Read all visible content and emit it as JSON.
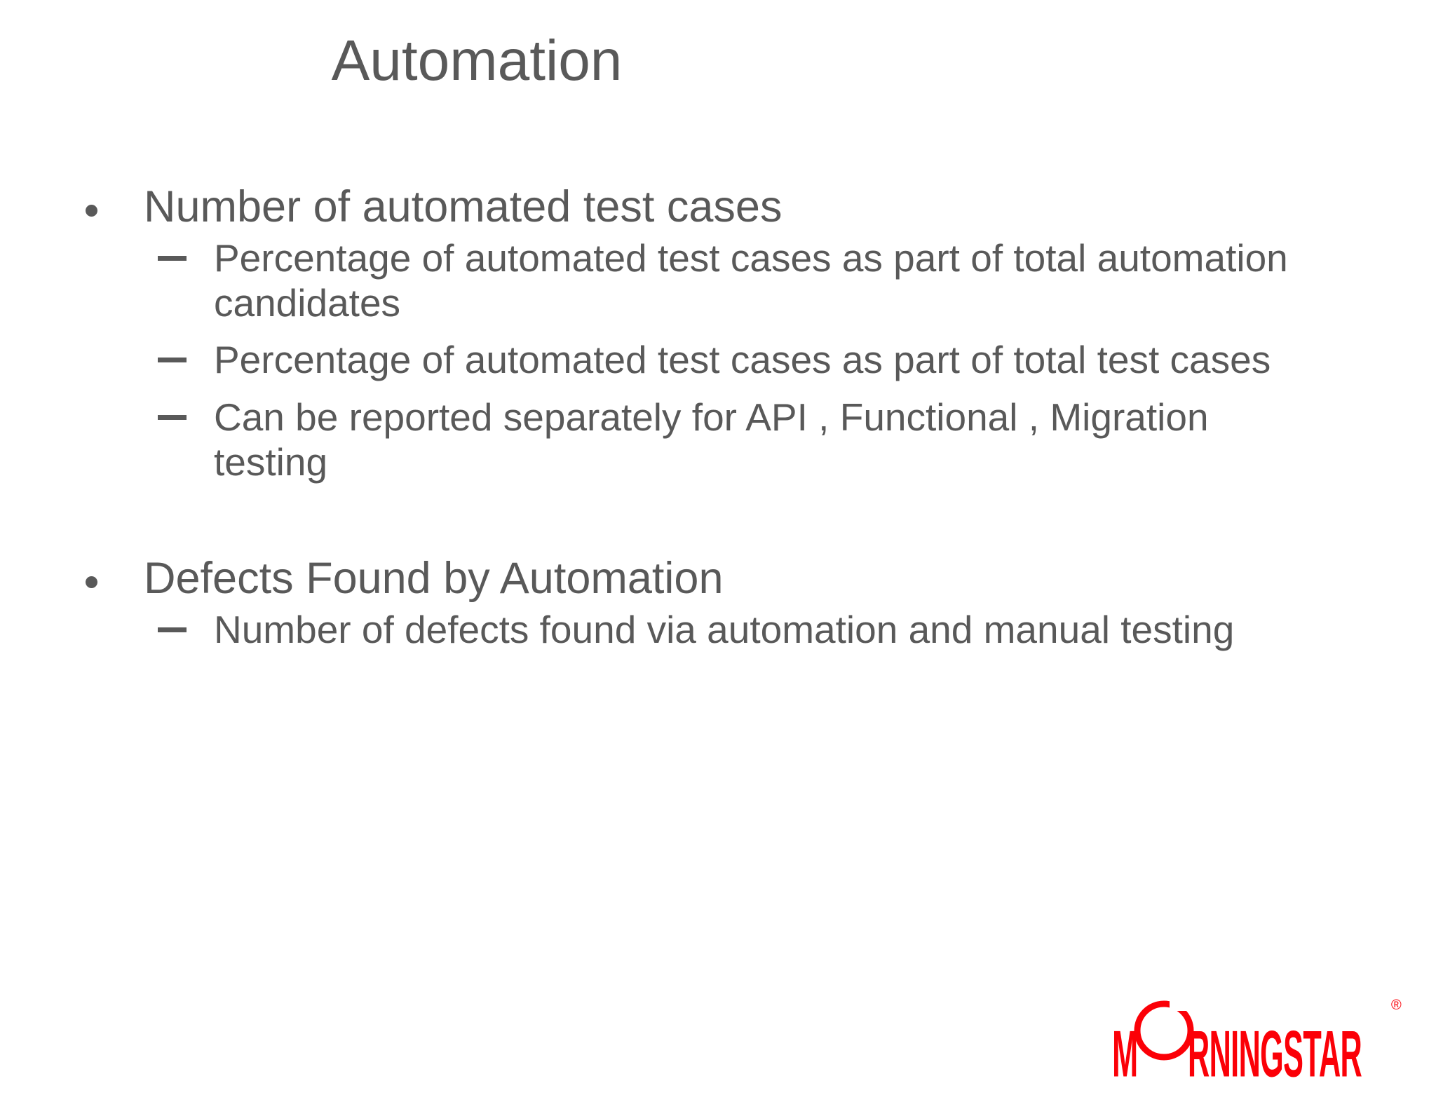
{
  "slide": {
    "title": "Automation",
    "background_color": "#ffffff",
    "text_color": "#595959",
    "bullets": [
      {
        "level": 1,
        "marker": "round-bullet",
        "text": "Number of automated test cases",
        "children": [
          {
            "level": 2,
            "marker": "en-dash",
            "text": "Percentage of automated test cases as part of total automation candidates"
          },
          {
            "level": 2,
            "marker": "en-dash",
            "text": "Percentage of automated test cases as part of total test cases"
          },
          {
            "level": 2,
            "marker": "en-dash",
            "text": "Can be reported separately for API , Functional , Migration testing"
          }
        ]
      },
      {
        "level": 1,
        "marker": "round-bullet",
        "text": "Defects Found by Automation",
        "children": [
          {
            "level": 2,
            "marker": "en-dash",
            "text": "Number of defects found via automation and manual testing"
          }
        ]
      }
    ]
  },
  "logo": {
    "name": "morningstar-logo",
    "wordmark_part1": "M",
    "wordmark_part2": "RNINGSTAR",
    "full_text": "MORNINGSTAR",
    "registered_mark": "®",
    "color": "#fb0007"
  }
}
